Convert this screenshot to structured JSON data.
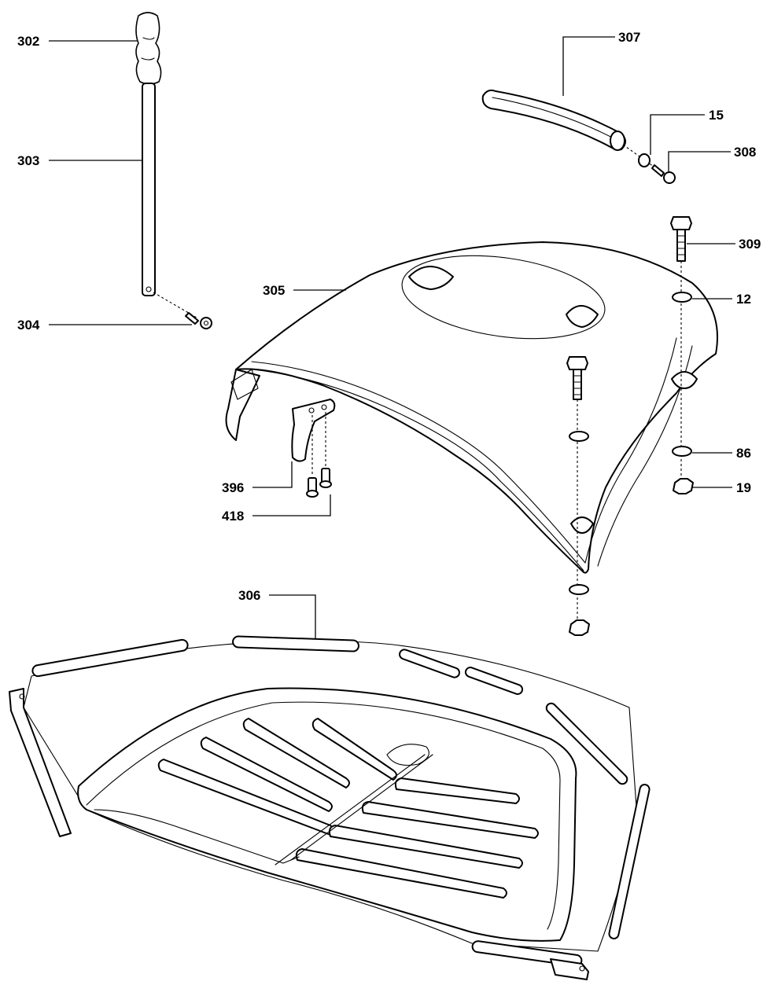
{
  "parts": [
    {
      "id": "302"
    },
    {
      "id": "303"
    },
    {
      "id": "304"
    },
    {
      "id": "305"
    },
    {
      "id": "306"
    },
    {
      "id": "307"
    },
    {
      "id": "15"
    },
    {
      "id": "308"
    },
    {
      "id": "309"
    },
    {
      "id": "12"
    },
    {
      "id": "86"
    },
    {
      "id": "19"
    },
    {
      "id": "396"
    },
    {
      "id": "418"
    }
  ]
}
